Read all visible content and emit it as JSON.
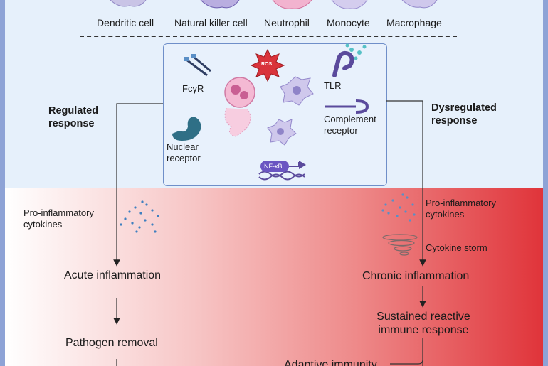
{
  "top_cells": [
    "Dendritic cell",
    "Natural killer cell",
    "Neutrophil",
    "Monocyte",
    "Macrophage"
  ],
  "receptors": {
    "fcgr": "FcγR",
    "ros": "ROS",
    "tlr": "TLR",
    "nuclear": "Nuclear receptor",
    "complement": "Complement receptor",
    "nfkb": "NF-κB"
  },
  "regulated": {
    "title": "Regulated response",
    "cytokines": "Pro-inflammatory cytokines",
    "acute": "Acute inflammation",
    "pathogen": "Pathogen removal"
  },
  "dysregulated": {
    "title": "Dysregulated response",
    "cytokines": "Pro-inflammatory cytokines",
    "storm": "Cytokine storm",
    "chronic": "Chronic inflammation",
    "sustained": "Sustained reactive immune response",
    "adaptive": "Adaptive immunity"
  },
  "colors": {
    "panel_top": "#e6f0fb",
    "frame": "#8ea3d6",
    "gradient_end": "#e0343a",
    "receptor_purple": "#5a4a9c",
    "receptor_teal": "#2f6f86",
    "ros_red": "#d9333b"
  }
}
